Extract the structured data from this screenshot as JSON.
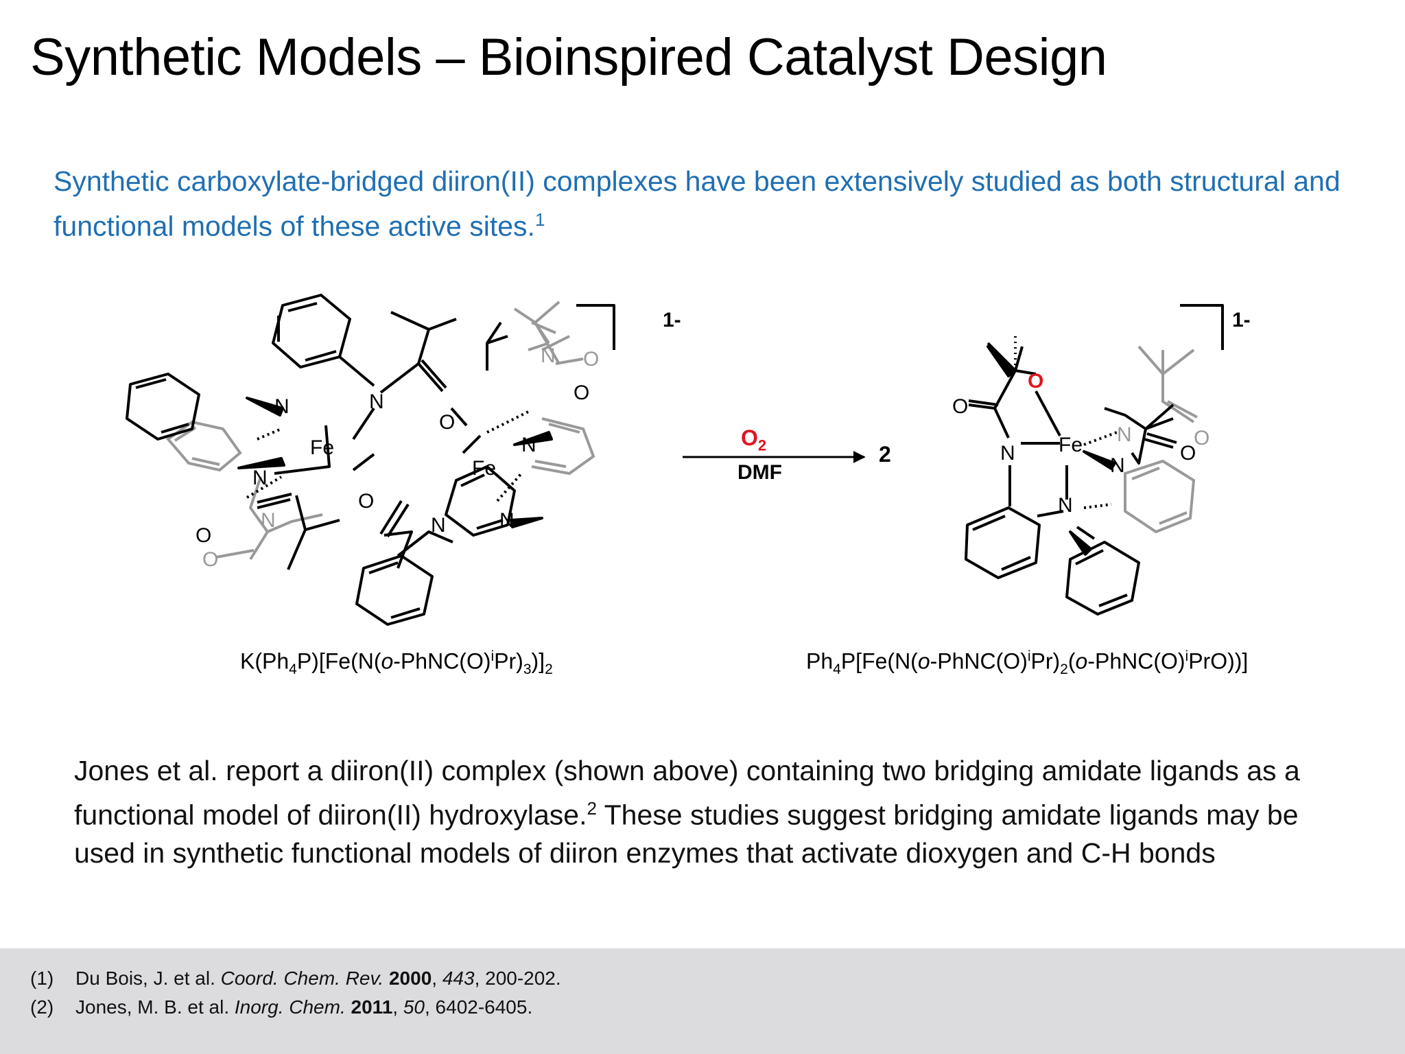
{
  "slide": {
    "title": "Synthetic Models – Bioinspired Catalyst Design"
  },
  "intro": {
    "text": "Synthetic carboxylate-bridged diiron(II) complexes have been extensively studied as both structural and functional models of these active sites.",
    "ref": "1",
    "color": "#1f6fb2"
  },
  "scheme": {
    "charge_left": "1-",
    "charge_right": "1-",
    "reagent": {
      "o": "O",
      "sub": "2"
    },
    "solvent": "DMF",
    "coefficient": "2",
    "formula_left": {
      "p1": "K(Ph",
      "s1": "4",
      "p2": "P)[Fe(N(",
      "i1": "o",
      "p3": "-PhNC(O)",
      "sup1": "i",
      "p4": "Pr)",
      "s2": "3",
      "p5": ")]",
      "s3": "2"
    },
    "formula_right": {
      "p1": "Ph",
      "s1": "4",
      "p2": "P[Fe(N(",
      "i1": "o",
      "p3": "-PhNC(O)",
      "sup1": "i",
      "p4": "Pr)",
      "s2": "2",
      "p5": "(",
      "i2": "o",
      "p6": "-PhNC(O)",
      "sup2": "i",
      "p7": "PrO))]"
    },
    "atoms": {
      "fe": "Fe",
      "n": "N",
      "o": "O"
    },
    "colors": {
      "oxygen_highlight": "#e0141e",
      "background_ligand": "#999999"
    }
  },
  "body": {
    "text_a": "Jones et al. report a diiron(II) complex (shown above) containing two bridging amidate ligands as a functional model of diiron(II) hydroxylase.",
    "ref": "2",
    "text_b": " These studies suggest bridging amidate ligands may be used in synthetic functional models of diiron enzymes that activate dioxygen and C-H bonds"
  },
  "references": [
    {
      "num": "(1)",
      "authors": "Du Bois, J. et al. ",
      "journal": "Coord. Chem. Rev.",
      "year": "2000",
      "volume": "443",
      "pages": ", 200-202."
    },
    {
      "num": "(2)",
      "authors": "Jones, M. B. et al. ",
      "journal": "Inorg. Chem.",
      "year": "2011",
      "volume": "50",
      "pages": ", 6402-6405."
    }
  ],
  "theme": {
    "footer_bg": "#dcdcdf"
  }
}
